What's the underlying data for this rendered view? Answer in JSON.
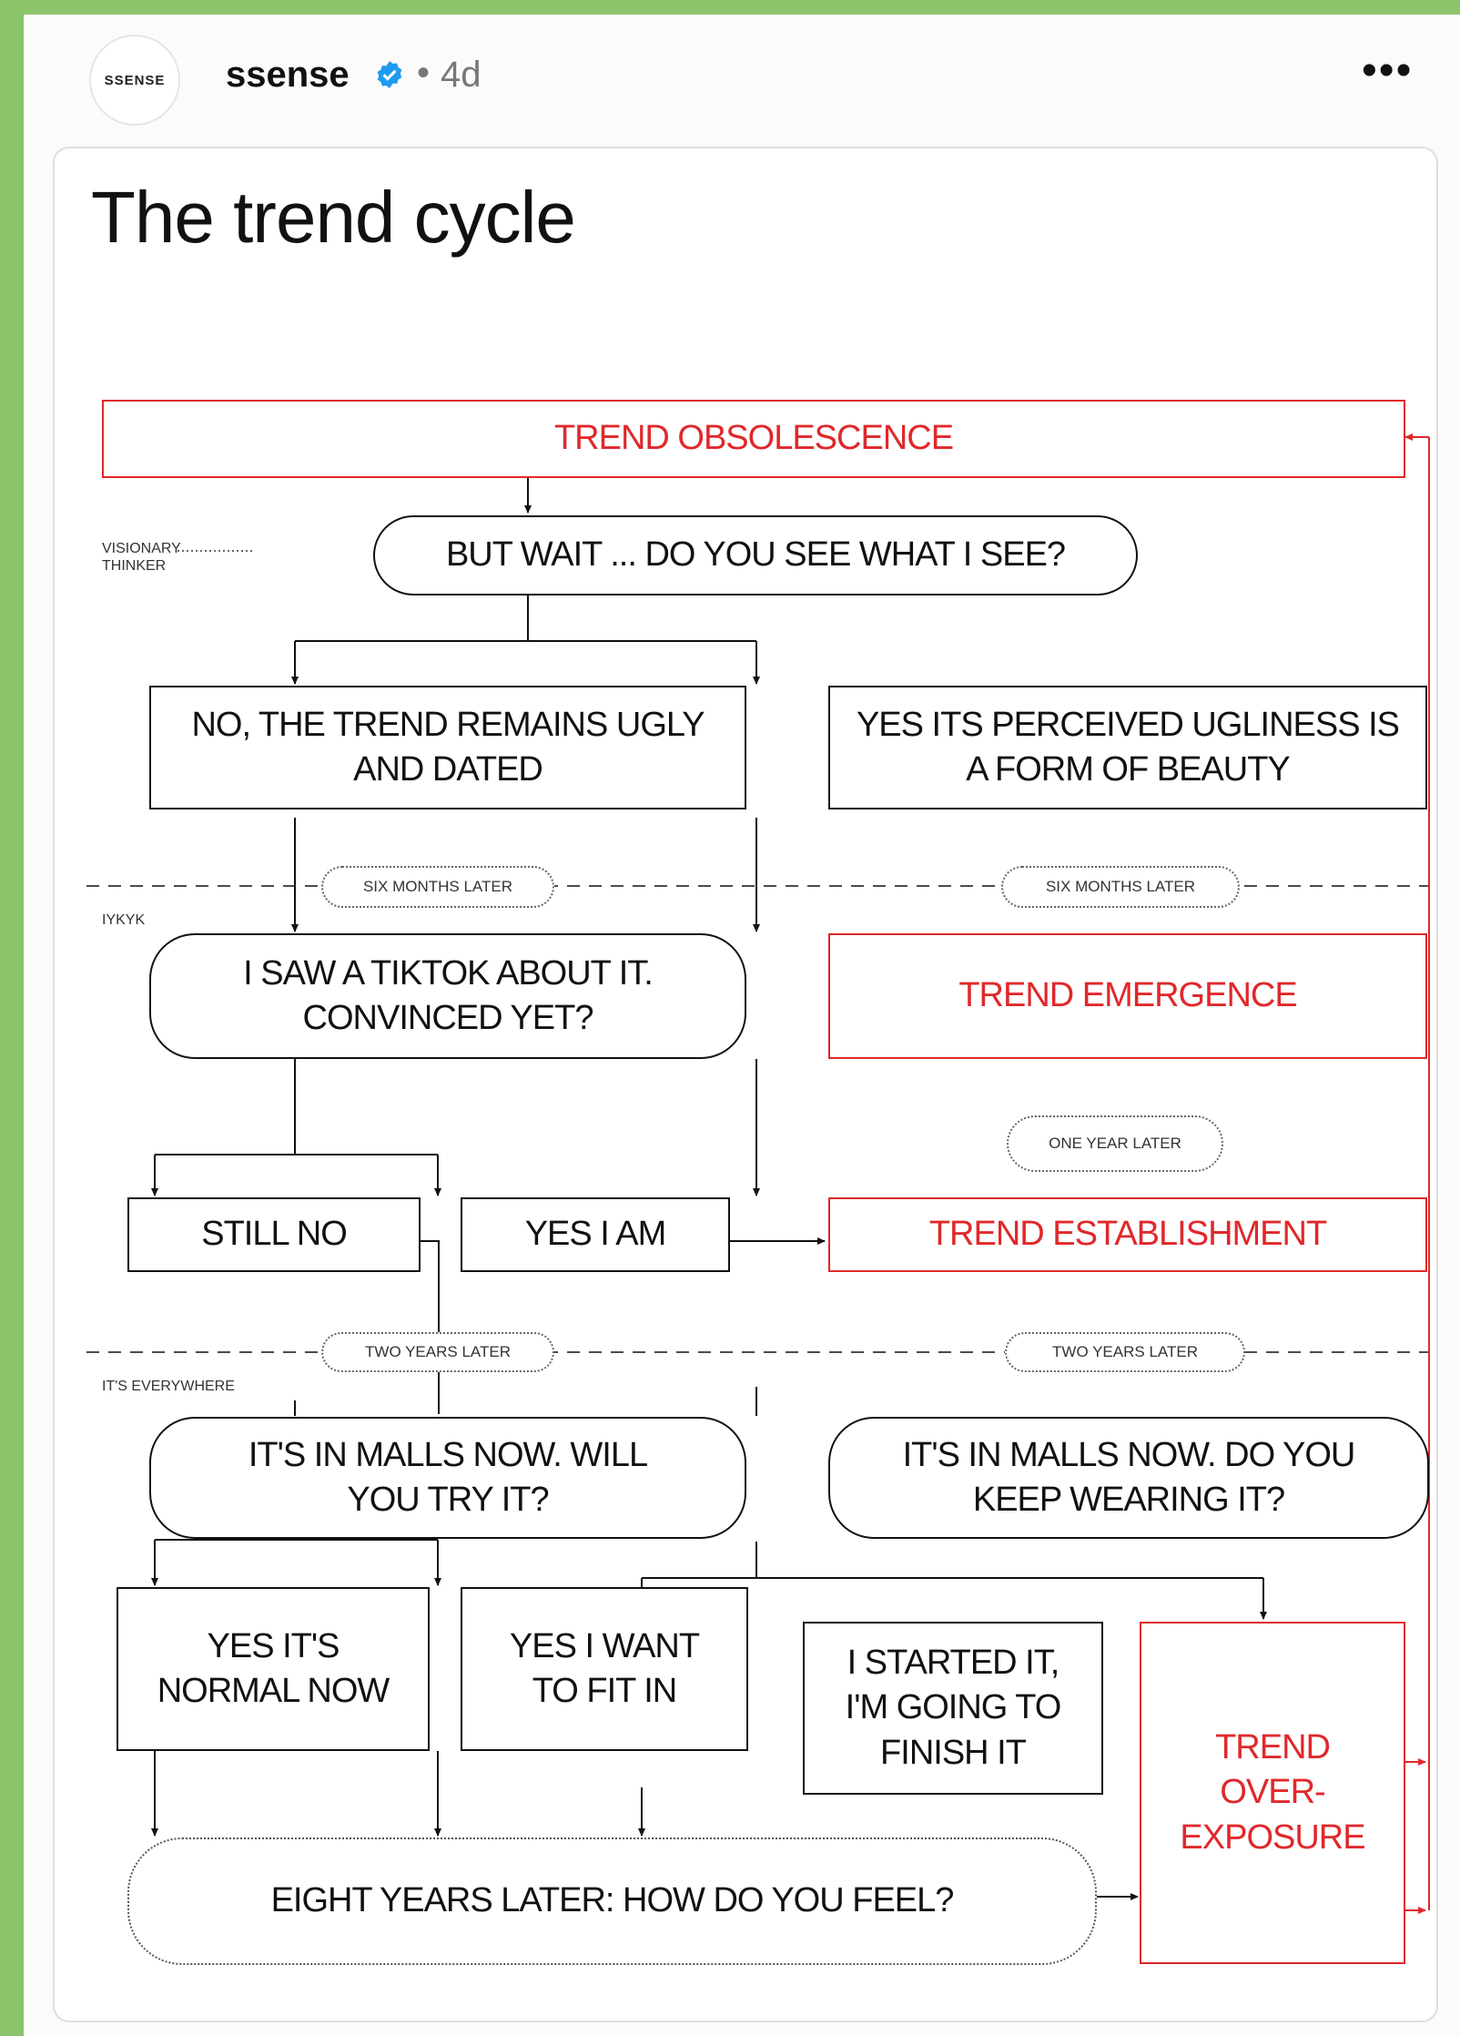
{
  "post": {
    "avatar_text": "SSENSE",
    "username": "ssense",
    "separator": "•",
    "time": "4d",
    "more_label": "•••"
  },
  "diagram": {
    "title": "The trend cycle",
    "nodes": {
      "obsolescence": "TREND OBSOLESCENCE",
      "but_wait": "BUT WAIT ... DO YOU SEE WHAT I SEE?",
      "no_ugly": "NO, THE TREND REMAINS UGLY AND DATED",
      "yes_beauty": "YES ITS PERCEIVED UGLINESS IS A FORM OF BEAUTY",
      "tiktok": "I SAW A TIKTOK ABOUT IT. CONVINCED YET?",
      "emergence": "TREND EMERGENCE",
      "still_no": "STILL NO",
      "yes_i_am": "YES I AM",
      "establishment": "TREND ESTABLISHMENT",
      "malls_left": "IT'S IN MALLS NOW. WILL YOU TRY IT?",
      "malls_right": "IT'S IN MALLS NOW. DO YOU KEEP WEARING IT?",
      "yes_normal": "YES IT'S NORMAL NOW",
      "fit_in": "YES I WANT TO FIT IN",
      "started": "I STARTED IT, I'M GOING TO FINISH IT",
      "overexposure": "TREND OVER- EXPOSURE",
      "eight_years": "EIGHT YEARS LATER: HOW DO YOU FEEL?"
    },
    "time_labels": {
      "six_months_1": "SIX MONTHS LATER",
      "six_months_2": "SIX MONTHS LATER",
      "one_year": "ONE YEAR LATER",
      "two_years_1": "TWO YEARS LATER",
      "two_years_2": "TWO YEARS LATER"
    },
    "side_labels": {
      "visionary": "VISIONARY THINKER",
      "iykyk": "IYKYK",
      "everywhere": "IT'S EVERYWHERE"
    },
    "colors": {
      "accent": "#e0282b",
      "ink": "#111111",
      "verified": "#1d9bf0",
      "background": "#8bc46b"
    }
  }
}
